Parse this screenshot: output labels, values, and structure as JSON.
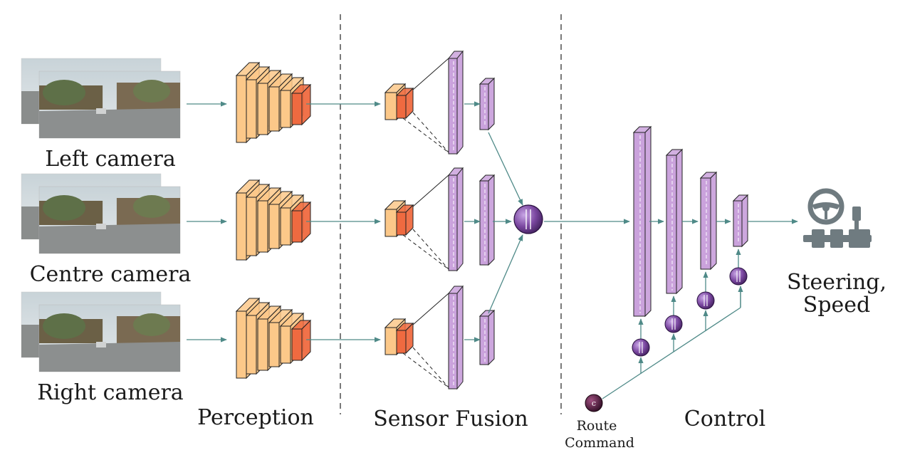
{
  "cameras": [
    {
      "label": "Left camera"
    },
    {
      "label": "Centre camera"
    },
    {
      "label": "Right camera"
    }
  ],
  "sections": {
    "perception": "Perception",
    "sensor_fusion": "Sensor Fusion",
    "control": "Control"
  },
  "route_command": {
    "line1": "Route",
    "line2": "Command",
    "node_symbol": "c"
  },
  "output": {
    "line1": "Steering,",
    "line2": "Speed"
  },
  "colors": {
    "arrow": "#4f8a88",
    "orange_light": "#fcc889",
    "orange_dark": "#ef6a40",
    "purple_light": "#caa2dc",
    "purple_node": "#6e3d8c",
    "route_node": "#4a1838",
    "wheel_icon": "#6f7b80"
  }
}
